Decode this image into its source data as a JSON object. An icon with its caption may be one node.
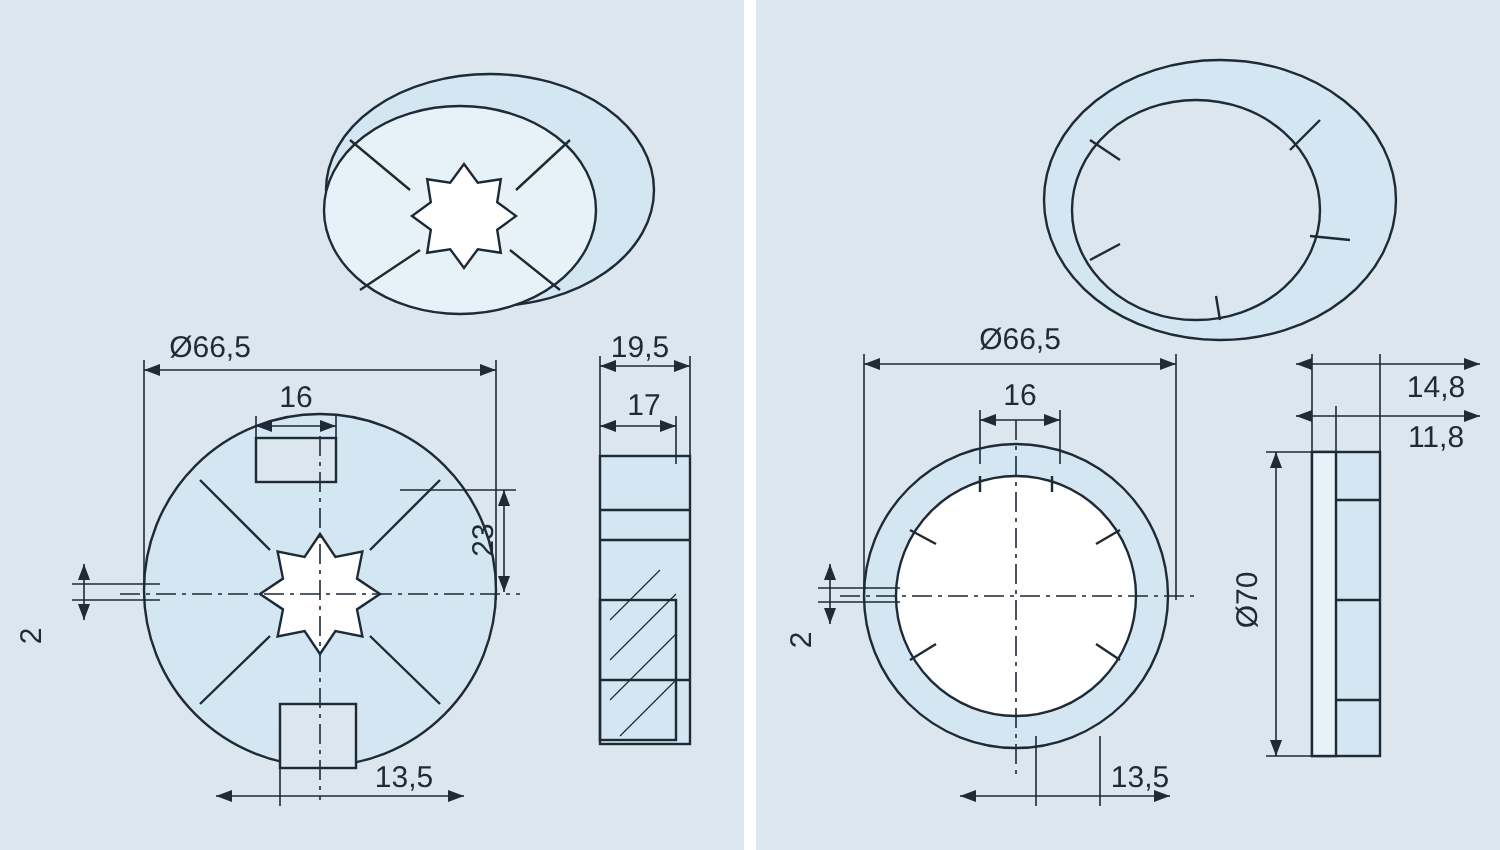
{
  "diagram": {
    "labels": [
      "Ø66,5",
      "16",
      "19,5",
      "17",
      "23",
      "2",
      "13,5",
      "Ø66,5",
      "16",
      "14,8",
      "11,8",
      "2",
      "Ø70",
      "13,5"
    ]
  }
}
